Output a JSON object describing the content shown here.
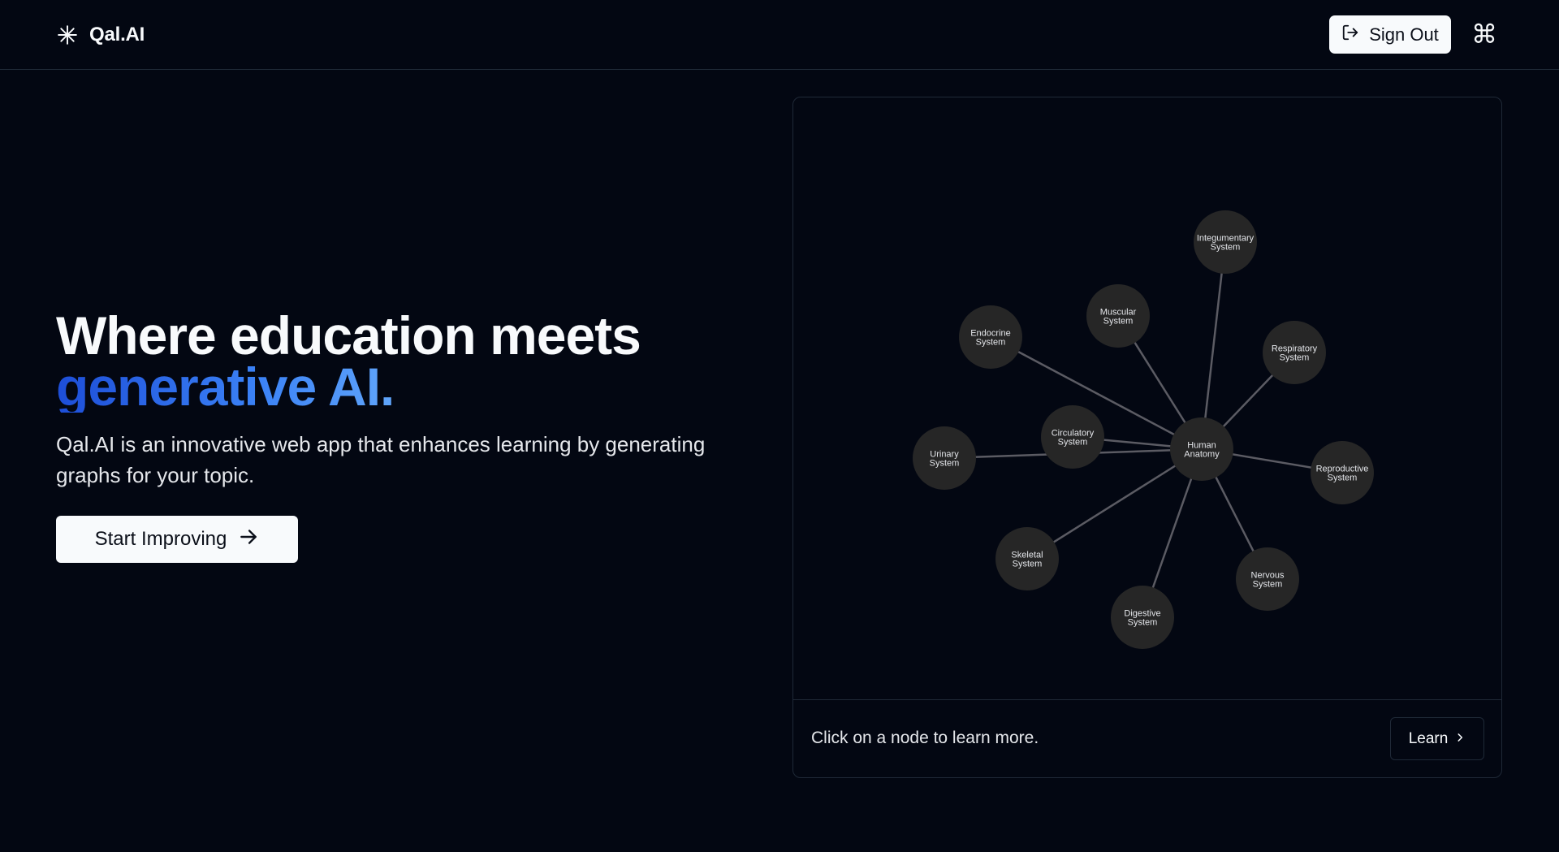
{
  "header": {
    "brand_name": "Qal.AI",
    "brand_icon": "sparkle-asterisk-icon",
    "sign_out_label": "Sign Out",
    "sign_out_icon": "log-out-icon",
    "command_icon": "⌘"
  },
  "hero": {
    "title_line1": "Where education meets",
    "title_line2": "generative AI.",
    "subtitle": "Qal.AI is an innovative web app that enhances learning by generating graphs for your topic.",
    "cta_label": "Start Improving",
    "cta_icon": "arrow-right-icon"
  },
  "graph": {
    "center": {
      "id": "human-anatomy",
      "lines": [
        "Human",
        "Anatomy"
      ]
    },
    "nodes": [
      {
        "id": "integumentary",
        "lines": [
          "Integumentary",
          "System"
        ]
      },
      {
        "id": "muscular",
        "lines": [
          "Muscular",
          "System"
        ]
      },
      {
        "id": "endocrine",
        "lines": [
          "Endocrine",
          "System"
        ]
      },
      {
        "id": "respiratory",
        "lines": [
          "Respiratory",
          "System"
        ]
      },
      {
        "id": "circulatory",
        "lines": [
          "Circulatory",
          "System"
        ]
      },
      {
        "id": "urinary",
        "lines": [
          "Urinary",
          "System"
        ]
      },
      {
        "id": "reproductive",
        "lines": [
          "Reproductive",
          "System"
        ]
      },
      {
        "id": "skeletal",
        "lines": [
          "Skeletal",
          "System"
        ]
      },
      {
        "id": "nervous",
        "lines": [
          "Nervous",
          "System"
        ]
      },
      {
        "id": "digestive",
        "lines": [
          "Digestive",
          "System"
        ]
      }
    ],
    "edges": [
      [
        "human-anatomy",
        "integumentary"
      ],
      [
        "human-anatomy",
        "muscular"
      ],
      [
        "human-anatomy",
        "endocrine"
      ],
      [
        "human-anatomy",
        "respiratory"
      ],
      [
        "human-anatomy",
        "circulatory"
      ],
      [
        "human-anatomy",
        "urinary"
      ],
      [
        "human-anatomy",
        "reproductive"
      ],
      [
        "human-anatomy",
        "skeletal"
      ],
      [
        "human-anatomy",
        "nervous"
      ],
      [
        "human-anatomy",
        "digestive"
      ]
    ],
    "footer_hint": "Click on a node to learn more.",
    "learn_label": "Learn"
  },
  "colors": {
    "background": "#030712",
    "gradient_start": "#1d4ed8",
    "gradient_end": "#60a5fa",
    "node_fill": "#262626",
    "edge": "#5b5b63"
  }
}
